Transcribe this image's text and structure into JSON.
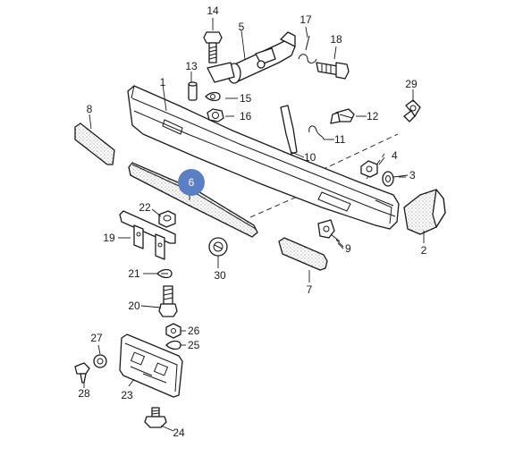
{
  "diagram": {
    "highlight_color": "#5b7fc4",
    "line_color": "#1a1a1a",
    "background": "#ffffff",
    "callouts": [
      {
        "id": "1",
        "highlighted": false
      },
      {
        "id": "2",
        "highlighted": false
      },
      {
        "id": "3",
        "highlighted": false
      },
      {
        "id": "4",
        "highlighted": false
      },
      {
        "id": "5",
        "highlighted": false
      },
      {
        "id": "6",
        "highlighted": true
      },
      {
        "id": "7",
        "highlighted": false
      },
      {
        "id": "8",
        "highlighted": false
      },
      {
        "id": "9",
        "highlighted": false
      },
      {
        "id": "10",
        "highlighted": false
      },
      {
        "id": "11",
        "highlighted": false
      },
      {
        "id": "12",
        "highlighted": false
      },
      {
        "id": "13",
        "highlighted": false
      },
      {
        "id": "14",
        "highlighted": false
      },
      {
        "id": "15",
        "highlighted": false
      },
      {
        "id": "16",
        "highlighted": false
      },
      {
        "id": "17",
        "highlighted": false
      },
      {
        "id": "18",
        "highlighted": false
      },
      {
        "id": "19",
        "highlighted": false
      },
      {
        "id": "20",
        "highlighted": false
      },
      {
        "id": "21",
        "highlighted": false
      },
      {
        "id": "22",
        "highlighted": false
      },
      {
        "id": "23",
        "highlighted": false
      },
      {
        "id": "24",
        "highlighted": false
      },
      {
        "id": "25",
        "highlighted": false
      },
      {
        "id": "26",
        "highlighted": false
      },
      {
        "id": "27",
        "highlighted": false
      },
      {
        "id": "28",
        "highlighted": false
      },
      {
        "id": "29",
        "highlighted": false
      },
      {
        "id": "30",
        "highlighted": false
      }
    ]
  }
}
